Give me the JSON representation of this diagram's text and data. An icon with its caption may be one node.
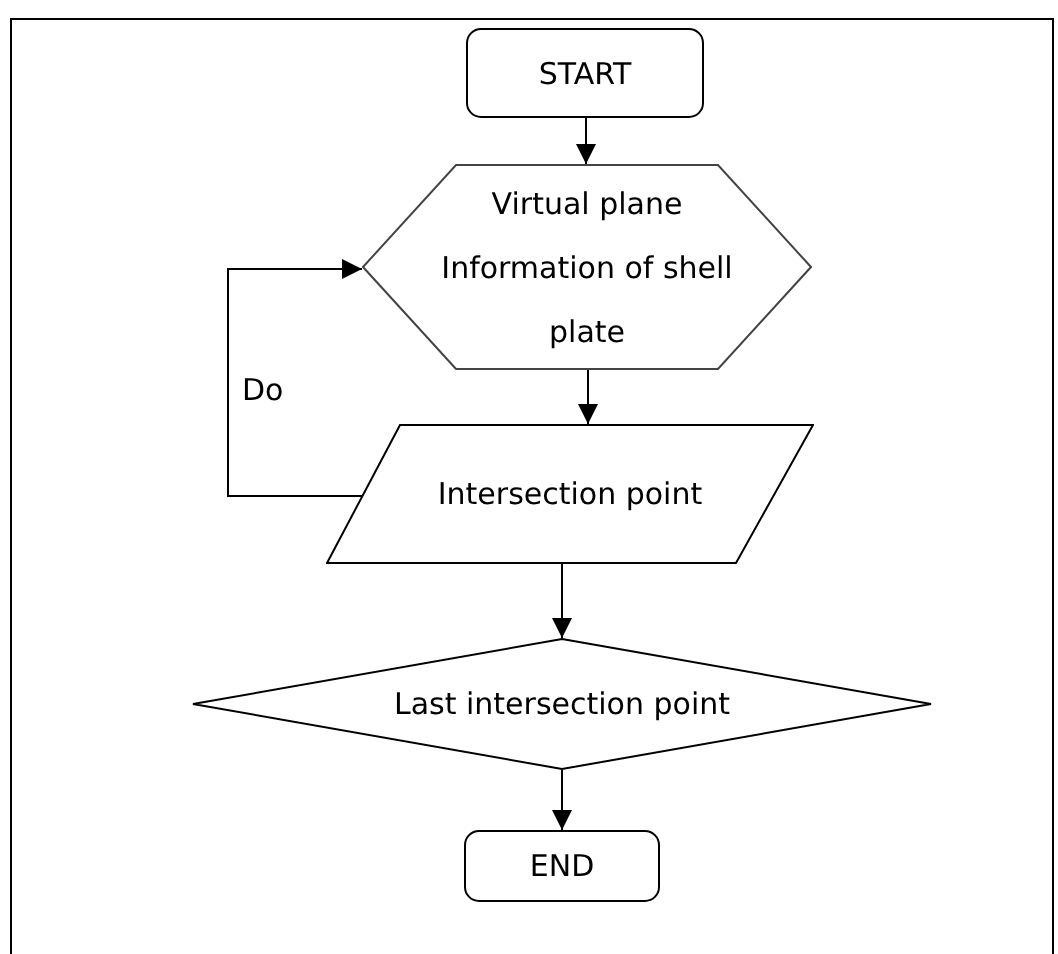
{
  "diagram": {
    "nodes": [
      {
        "text": [
          "START"
        ]
      },
      {
        "text": [
          "Virtual plane Information of shell plate"
        ]
      },
      {
        "text": [
          "Intersection point"
        ]
      },
      {
        "text": [
          "Last intersection point"
        ]
      },
      {
        "text": [
          "END"
        ]
      }
    ],
    "edges": [
      {
        "from": 0,
        "to": 1,
        "arrow": "to"
      },
      {
        "from": 1,
        "to": 2,
        "arrow": "to"
      },
      {
        "from": 2,
        "to": 3,
        "arrow": "to"
      },
      {
        "from": 3,
        "to": 4,
        "arrow": "to"
      },
      {
        "from": 2,
        "to": 1,
        "arrow": "to",
        "label": "Do"
      }
    ]
  }
}
